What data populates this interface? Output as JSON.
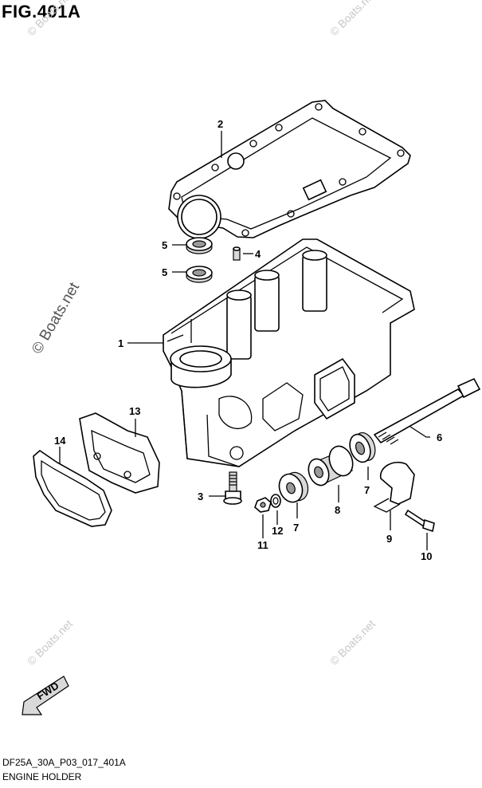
{
  "figure_title": "FIG.401A",
  "footer": {
    "code": "DF25A_30A_P03_017_401A",
    "name": "ENGINE HOLDER"
  },
  "watermark": "© Boats.net",
  "fwd_label": "FWD",
  "callouts": {
    "c1": "1",
    "c2": "2",
    "c3": "3",
    "c4": "4",
    "c5a": "5",
    "c5b": "5",
    "c6": "6",
    "c7a": "7",
    "c7b": "7",
    "c8": "8",
    "c9": "9",
    "c10": "10",
    "c11": "11",
    "c12": "12",
    "c13": "13",
    "c14": "14"
  },
  "colors": {
    "ink": "#000000",
    "watermark": "#c8c8c8",
    "shade": "#d9d9d9"
  }
}
